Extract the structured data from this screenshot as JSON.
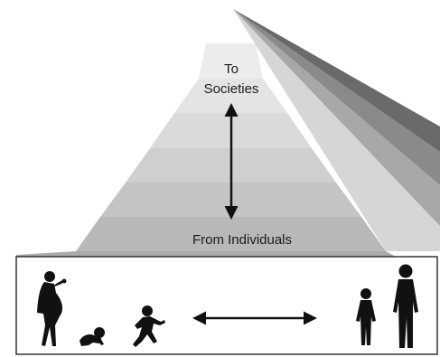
{
  "pyramid": {
    "top_label_line1": "To",
    "top_label_line2": "Societies",
    "bottom_label": "From Individuals",
    "band_colors": [
      "#ececec",
      "#e4e4e4",
      "#dadada",
      "#cfcfcf",
      "#c4c4c4",
      "#b8b8b8",
      "#aaaaaa"
    ],
    "side_colors": [
      "#d6d6d6",
      "#a8a8a8",
      "#8a8a8a",
      "#6a6a6a"
    ]
  },
  "lifespan_panel": {
    "figures": [
      {
        "name": "pregnant-woman-icon",
        "role": "pregnant woman"
      },
      {
        "name": "crawling-baby-icon",
        "role": "crawling baby"
      },
      {
        "name": "running-child-icon",
        "role": "running child"
      },
      {
        "name": "teen-icon",
        "role": "adolescent"
      },
      {
        "name": "adult-man-icon",
        "role": "adult"
      }
    ]
  }
}
